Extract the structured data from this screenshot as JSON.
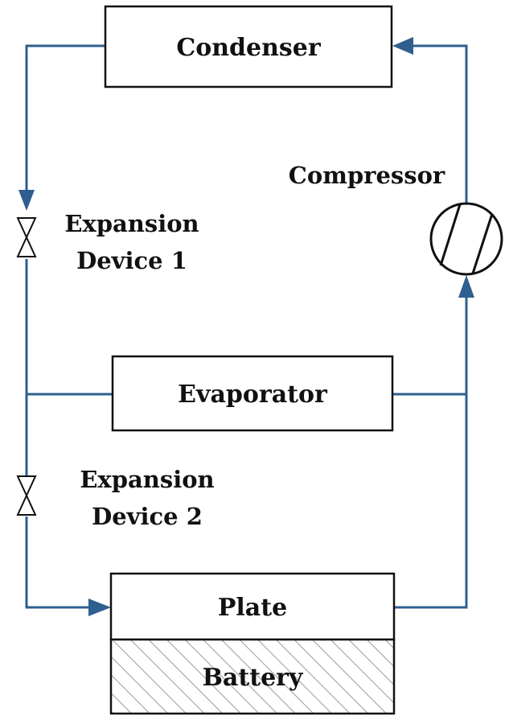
{
  "components": {
    "condenser": "Condenser",
    "compressor": "Compressor",
    "expansion_device_1": [
      "Expansion",
      "Device 1"
    ],
    "evaporator": "Evaporator",
    "expansion_device_2": [
      "Expansion",
      "Device 2"
    ],
    "plate": "Plate",
    "battery": "Battery"
  },
  "colors": {
    "pipe": "#2e5f8f",
    "outline": "#111111",
    "background": "#ffffff"
  }
}
